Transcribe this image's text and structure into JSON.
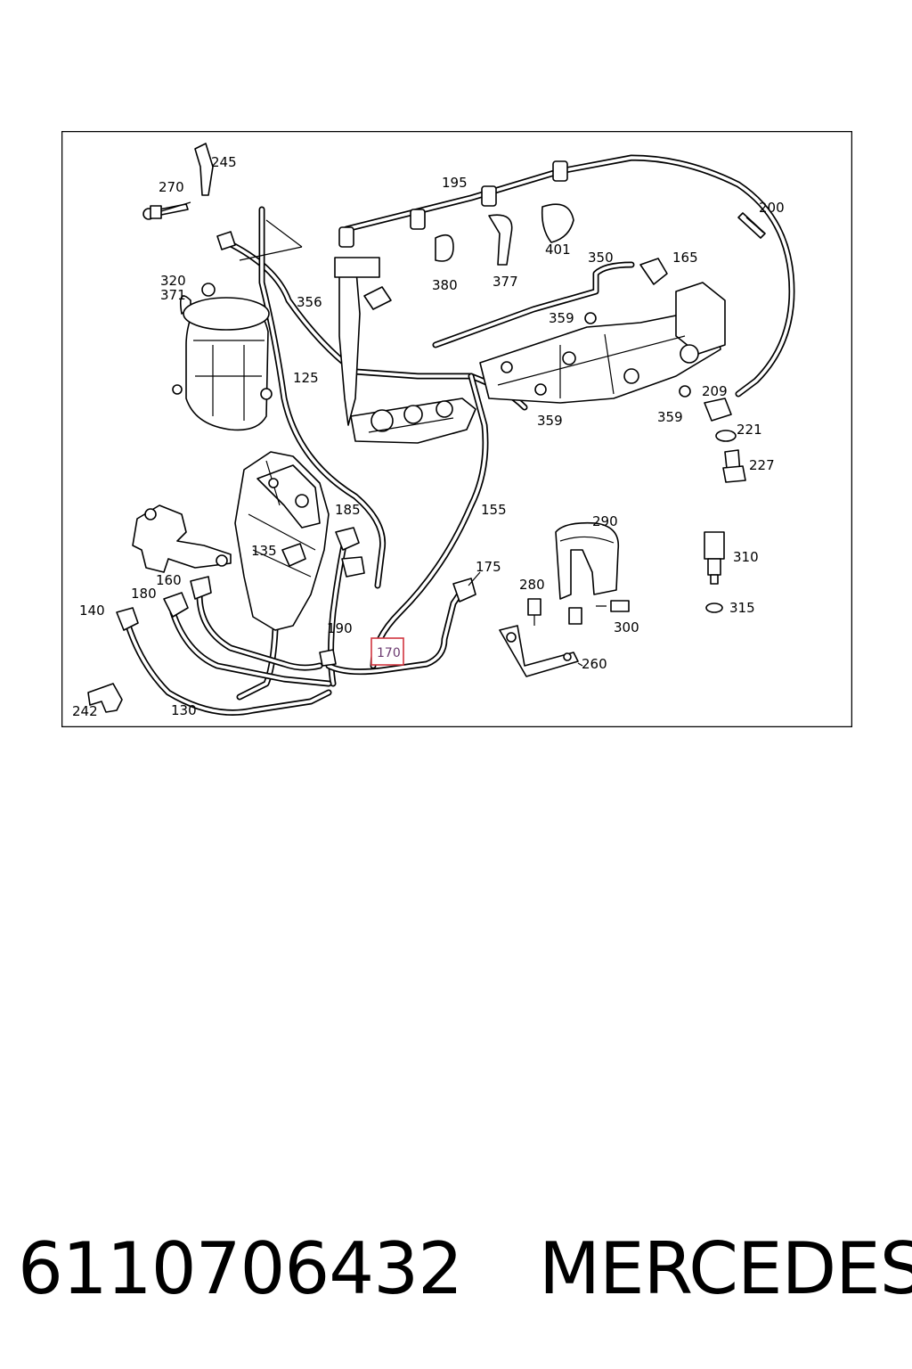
{
  "diagram": {
    "labels": {
      "p245": "245",
      "p270": "270",
      "p195": "195",
      "p200": "200",
      "p380": "380",
      "p377": "377",
      "p401": "401",
      "p350": "350",
      "p165": "165",
      "p320": "320",
      "p371": "371",
      "p356": "356",
      "p359a": "359",
      "p359b": "359",
      "p359c": "359",
      "p125": "125",
      "p209": "209",
      "p221": "221",
      "p227": "227",
      "p155": "155",
      "p185": "185",
      "p135": "135",
      "p290": "290",
      "p175": "175",
      "p310": "310",
      "p160": "160",
      "p180": "180",
      "p140": "140",
      "p280": "280",
      "p300": "300",
      "p315": "315",
      "p190": "190",
      "p170": "170",
      "p260": "260",
      "p242": "242",
      "p130": "130"
    },
    "highlighted_part": "170",
    "highlight_color": "#d0353f"
  },
  "footer": {
    "part_number": "6110706432",
    "brand": "MERCEDES"
  }
}
